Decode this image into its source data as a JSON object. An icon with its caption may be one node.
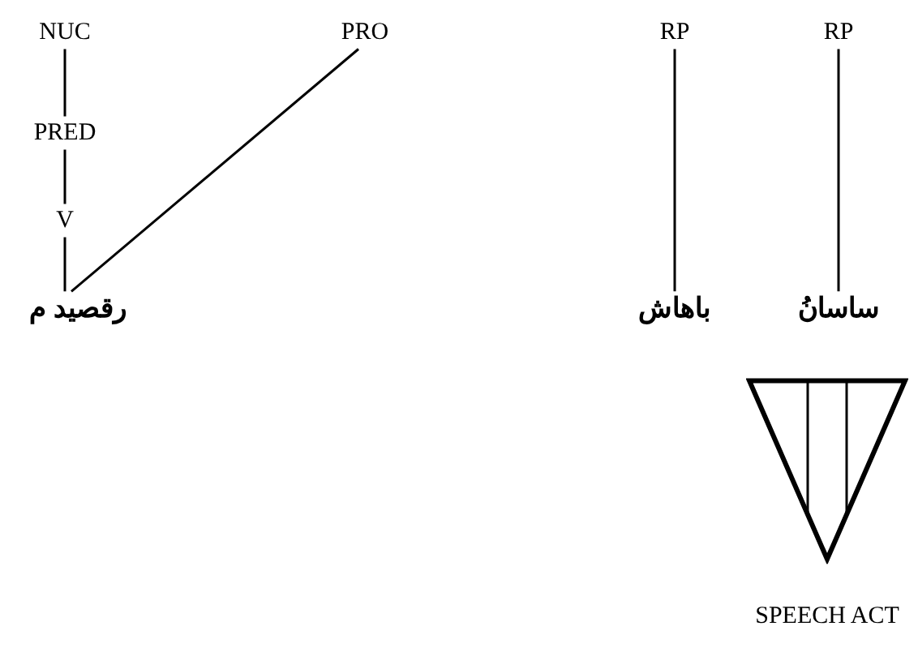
{
  "diagram": {
    "nodes": [
      {
        "text": [
          "NUC"
        ]
      },
      {
        "text": [
          "PRED"
        ]
      },
      {
        "text": [
          "V"
        ]
      },
      {
        "text": [
          "رقصيد م"
        ]
      },
      {
        "text": [
          "PRO"
        ]
      },
      {
        "text": [
          "RP"
        ]
      },
      {
        "text": [
          "RP"
        ]
      },
      {
        "text": [
          "باهاش"
        ]
      },
      {
        "text": [
          "ساسانُ"
        ]
      },
      {
        "text": [
          "SPEECH ACT"
        ]
      }
    ],
    "edges": [
      {
        "from": 0,
        "to": 1,
        "arrow": "none"
      },
      {
        "from": 1,
        "to": 2,
        "arrow": "none"
      },
      {
        "from": 2,
        "to": 3,
        "arrow": "none"
      },
      {
        "from": 4,
        "to": 3,
        "arrow": "none"
      },
      {
        "from": 5,
        "to": 7,
        "arrow": "none"
      },
      {
        "from": 6,
        "to": 8,
        "arrow": "none"
      }
    ]
  }
}
